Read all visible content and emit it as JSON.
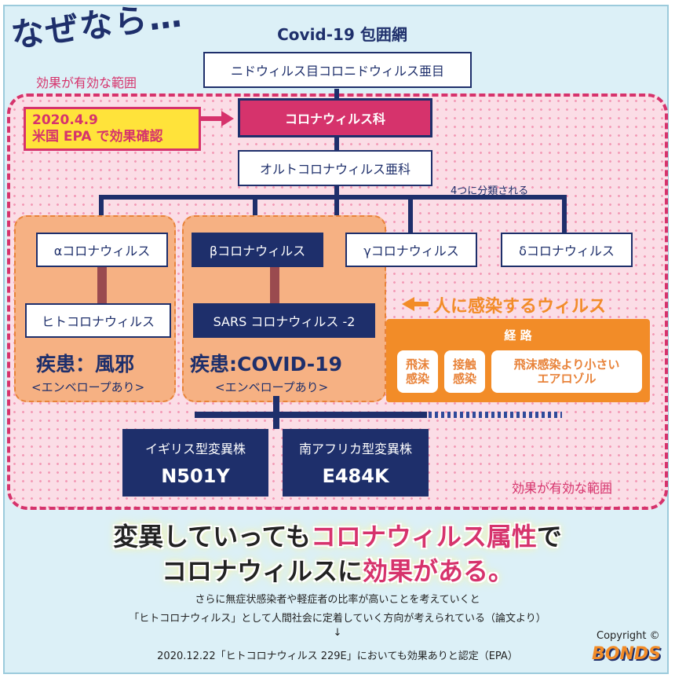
{
  "heading": {
    "nazenara": "なぜなら…",
    "title": "Covid-19 包囲網"
  },
  "range_label": "効果が有効な範囲",
  "order_box": "ニドウィルス目コロニドウィルス亜目",
  "family_box": "コロナウィルス科",
  "note": {
    "line1": "2020.4.9",
    "line2": "米国 EPA で効果確認"
  },
  "subfamily_box": "オルトコロナウィルス亜科",
  "classified_note": "4つに分類される",
  "genera": [
    "αコロナウィルス",
    "βコロナウィルス",
    "γコロナウィルス",
    "δコロナウィルス"
  ],
  "alpha_child": "ヒトコロナウィルス",
  "alpha_disease": "疾患：風邪",
  "beta_child": "SARS コロナウィルス -2",
  "beta_disease": "疾患:COVID-19",
  "envelope": "<エンベロープあり>",
  "infect_label": "人に感染するウィルス",
  "route": {
    "title": "経 路",
    "items": [
      "飛沫\n感染",
      "接触\n感染",
      "飛沫感染より小さい\nエアロゾル"
    ]
  },
  "variants": [
    {
      "name": "イギリス型変異株",
      "code": "N501Y"
    },
    {
      "name": "南アフリカ型変異株",
      "code": "E484K"
    }
  ],
  "headline": {
    "l1a": "変異していっても",
    "l1b": "コロナウィルス属性",
    "l1c": "で",
    "l2a": "コロナウィルスに",
    "l2b": "効果がある。"
  },
  "footnote": {
    "line1": "さらに無症状感染者や軽症者の比率が高いことを考えていくと",
    "line2": "「ヒトコロナウィルス」として人間社会に定着していく方向が考えられている（論文より）",
    "arrow": "↓",
    "line3": "2020.12.22「ヒトコロナウィルス 229E」においても効果ありと認定（EPA）"
  },
  "copyright": "Copyright ©",
  "logo": "BONDS",
  "colors": {
    "navy": "#1e2f6b",
    "magenta": "#d6336c",
    "orange": "#f28c28",
    "yellow": "#ffe33a"
  }
}
